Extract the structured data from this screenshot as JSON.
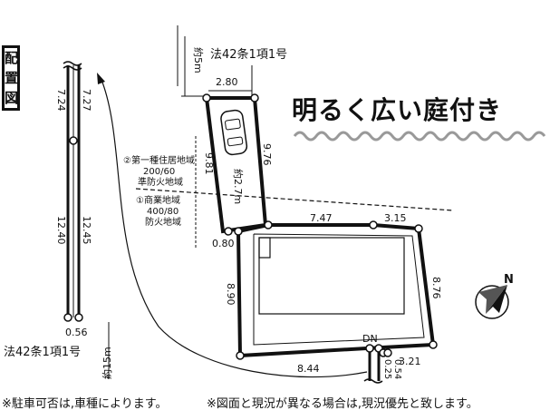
{
  "tag_label": [
    "配",
    "置",
    "図"
  ],
  "headline": "明るく広い庭付き",
  "roads": {
    "top_road": "法42条1項1号",
    "top_road_width": "約5m",
    "bottom_road": "法42条1項1号",
    "bottom_road_width": "約15m"
  },
  "zones": {
    "upper": [
      "②第一種住居地域",
      "200/60",
      "準防火地域"
    ],
    "lower": [
      "①商業地域",
      "400/80",
      "防火地域"
    ]
  },
  "dimensions": {
    "entrance_width": "2.80",
    "passage_left": "9.81",
    "passage_right": "9.76",
    "zone_boundary_offset": "約2.7m",
    "north_left": "7.47",
    "north_right": "3.15",
    "east": "8.76",
    "west": "8.90",
    "west_step": "0.80",
    "south": "8.44",
    "south_right": "3.21",
    "strip_a": "0.25",
    "strip_b": "0.54",
    "left_upper_a": "7.24",
    "left_upper_b": "7.27",
    "left_lower_a": "12.40",
    "left_lower_b": "12.45",
    "left_bottom": "0.56"
  },
  "dn_label": "DN",
  "north_label": "N",
  "notes": {
    "parking": "※駐車可否は,車種によります。",
    "disclaimer": "※図面と現況が異なる場合は,現況優先と致します。"
  }
}
